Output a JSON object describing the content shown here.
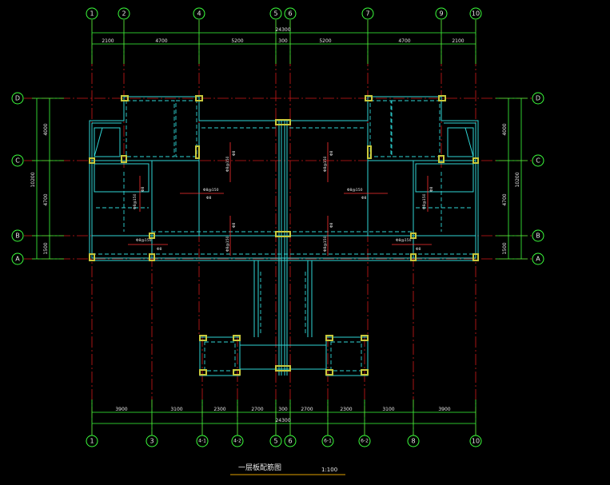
{
  "drawing": {
    "title": "一层板配筋图",
    "scale": "1:100"
  },
  "colors": {
    "background": "#000000",
    "axis": "#3cff3c",
    "grid": "#d01818",
    "wall": "#2fd6d6",
    "column": "#c8c83c",
    "rebar": "#ff3030",
    "text": "#e8e8e8"
  },
  "axes": {
    "top": [
      "1",
      "2",
      "4",
      "5",
      "6",
      "7",
      "9",
      "10"
    ],
    "bottom": [
      "1",
      "3",
      "4-1",
      "4-2",
      "5",
      "6",
      "6-1",
      "6-2",
      "8",
      "10"
    ],
    "left": [
      "D",
      "C",
      "B",
      "A"
    ],
    "right": [
      "D",
      "C",
      "B",
      "A"
    ]
  },
  "dimensions": {
    "top_total": "24300",
    "top_segments": [
      "2100",
      "4700",
      "5200",
      "300",
      "5200",
      "4700",
      "2100"
    ],
    "bottom_total": "24300",
    "bottom_segments": [
      "3900",
      "3100",
      "2300",
      "2700",
      "300",
      "2700",
      "2300",
      "3100",
      "3900"
    ],
    "left_total": "10200",
    "left_segments": [
      "4000",
      "4700",
      "1500"
    ],
    "right_total": "10200",
    "right_segments": [
      "4000",
      "4700",
      "1500"
    ]
  },
  "rebar_labels": {
    "main": "Φ8@150",
    "dist": "Φ8",
    "short": "Φ8"
  }
}
